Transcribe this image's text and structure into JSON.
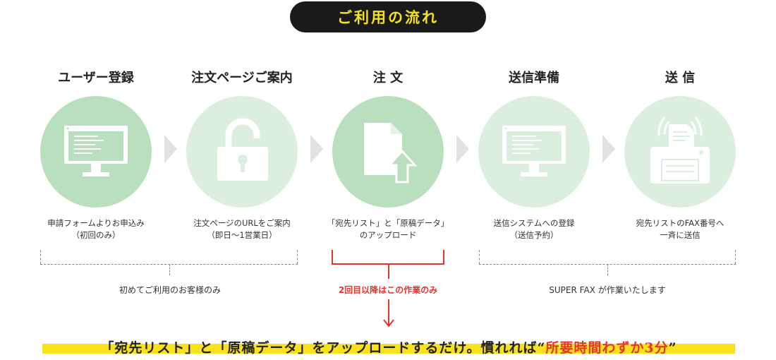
{
  "header": {
    "title": "ご利用の流れ"
  },
  "steps": [
    {
      "title": "ユーザー登録",
      "desc_line1": "申請フォームよりお申込み",
      "desc_line2": "（初回のみ）",
      "icon": "monitor-icon"
    },
    {
      "title": "注文ページご案内",
      "desc_line1": "注文ページのURLをご案内",
      "desc_line2": "（即日～1営業日）",
      "icon": "padlock-icon"
    },
    {
      "title": "注 文",
      "desc_line1": "「宛先リスト」と「原稿データ」",
      "desc_line2": "のアップロード",
      "icon": "file-upload-icon"
    },
    {
      "title": "送信準備",
      "desc_line1": "送信システムへの登録",
      "desc_line2": "（送信予約）",
      "icon": "monitor-icon"
    },
    {
      "title": "送 信",
      "desc_line1": "宛先リストのFAX番号へ",
      "desc_line2": "一斉に送信",
      "icon": "fax-icon"
    }
  ],
  "notes": {
    "first_only": "初めてご利用のお客様のみ",
    "repeat": "2回目以降はこの作業のみ",
    "super_fax": "SUPER FAX が作業いたします"
  },
  "tagline": {
    "main": "「宛先リスト」と「原稿データ」をアップロードするだけ。慣れれば",
    "open_quote": "“",
    "accent": "所要時間わずか3分",
    "close_quote": "”"
  },
  "colors": {
    "accent_yellow": "#f7e21b",
    "accent_red": "#e8322c",
    "circle_green": "#b9dfbf",
    "circle_light": "#dcefdf"
  }
}
